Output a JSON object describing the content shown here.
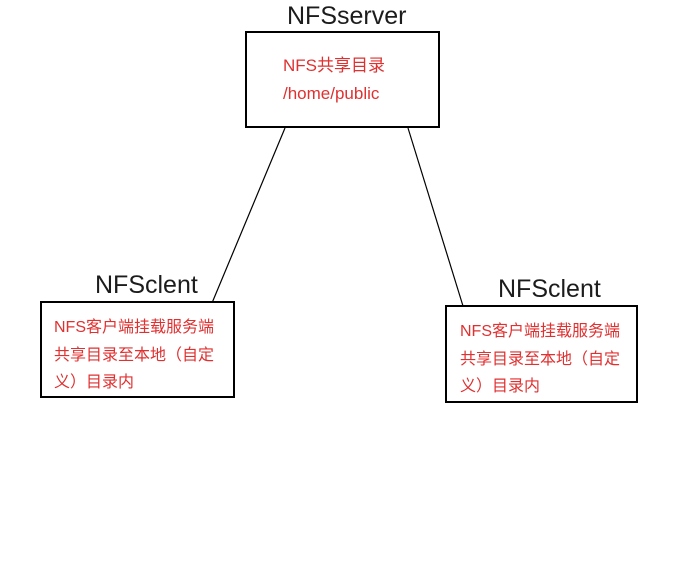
{
  "diagram": {
    "server": {
      "title": "NFSserver",
      "line1": "NFS共享目录",
      "line2": "/home/public"
    },
    "client_left": {
      "title": "NFSclent",
      "line1": "NFS客户端挂载服务端",
      "line2": "共享目录至本地（自定",
      "line3": "义）目录内"
    },
    "client_right": {
      "title": "NFSclent",
      "line1": "NFS客户端挂载服务端",
      "line2": "共享目录至本地（自定",
      "line3": "义）目录内"
    },
    "colors": {
      "box_text_red": "#e03030",
      "border_black": "#000000",
      "title_black": "#1c1c1c",
      "background": "#ffffff"
    }
  }
}
